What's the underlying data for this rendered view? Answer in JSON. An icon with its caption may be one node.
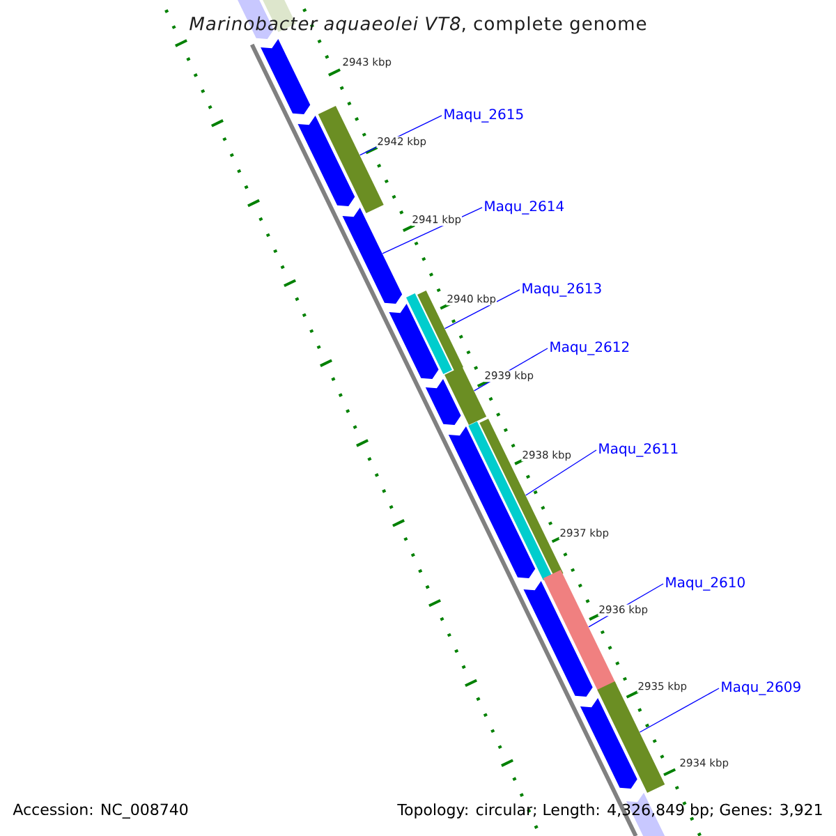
{
  "diagram": {
    "title": "*Marinobacter aquaeolei VT8*, complete genome",
    "nodes": [
      {
        "text": [],
        "shape": "arrow"
      },
      {
        "text": [],
        "shape": "bar"
      },
      {
        "text": [],
        "shape": "arrow"
      },
      {
        "text": [],
        "shape": "arrow"
      },
      {
        "text": [],
        "shape": "bar"
      },
      {
        "text": [],
        "shape": "arrow"
      },
      {
        "text": [],
        "shape": "bar"
      },
      {
        "text": [],
        "shape": "bar"
      },
      {
        "text": [],
        "shape": "arrow"
      },
      {
        "text": [],
        "shape": "bar"
      },
      {
        "text": [],
        "shape": "arrow"
      },
      {
        "text": [],
        "shape": "bar"
      },
      {
        "text": [],
        "shape": "bar"
      },
      {
        "text": [],
        "shape": "arrow"
      },
      {
        "text": [],
        "shape": "bar"
      },
      {
        "text": [],
        "shape": "arrow"
      },
      {
        "text": [],
        "shape": "bar"
      },
      {
        "text": [],
        "shape": "arrow"
      },
      {
        "text": [],
        "shape": "arrow"
      },
      {
        "text": [
          "Maqu_2615"
        ]
      },
      {
        "text": [
          "Maqu_2614"
        ]
      },
      {
        "text": [
          "Maqu_2613"
        ]
      },
      {
        "text": [
          "Maqu_2612"
        ]
      },
      {
        "text": [
          "Maqu_2611"
        ]
      },
      {
        "text": [
          "Maqu_2610"
        ]
      },
      {
        "text": [
          "Maqu_2609"
        ]
      }
    ],
    "edges": [
      {
        "from": 19,
        "to": 4,
        "arrow": "none"
      },
      {
        "from": 20,
        "to": 5,
        "arrow": "none"
      },
      {
        "from": 21,
        "to": 7,
        "arrow": "none"
      },
      {
        "from": 22,
        "to": 9,
        "arrow": "none"
      },
      {
        "from": 23,
        "to": 12,
        "arrow": "none"
      },
      {
        "from": 24,
        "to": 14,
        "arrow": "none"
      },
      {
        "from": 25,
        "to": 16,
        "arrow": "none"
      }
    ],
    "labels": [
      "2943 kbp",
      "2942 kbp",
      "2941 kbp",
      "2940 kbp",
      "2939 kbp",
      "2938 kbp",
      "2937 kbp",
      "2936 kbp",
      "2935 kbp",
      "2934 kbp",
      "Accession: NC_008740",
      "Topology: circular; Length: 4,326,849 bp; Genes: 3,921"
    ]
  }
}
